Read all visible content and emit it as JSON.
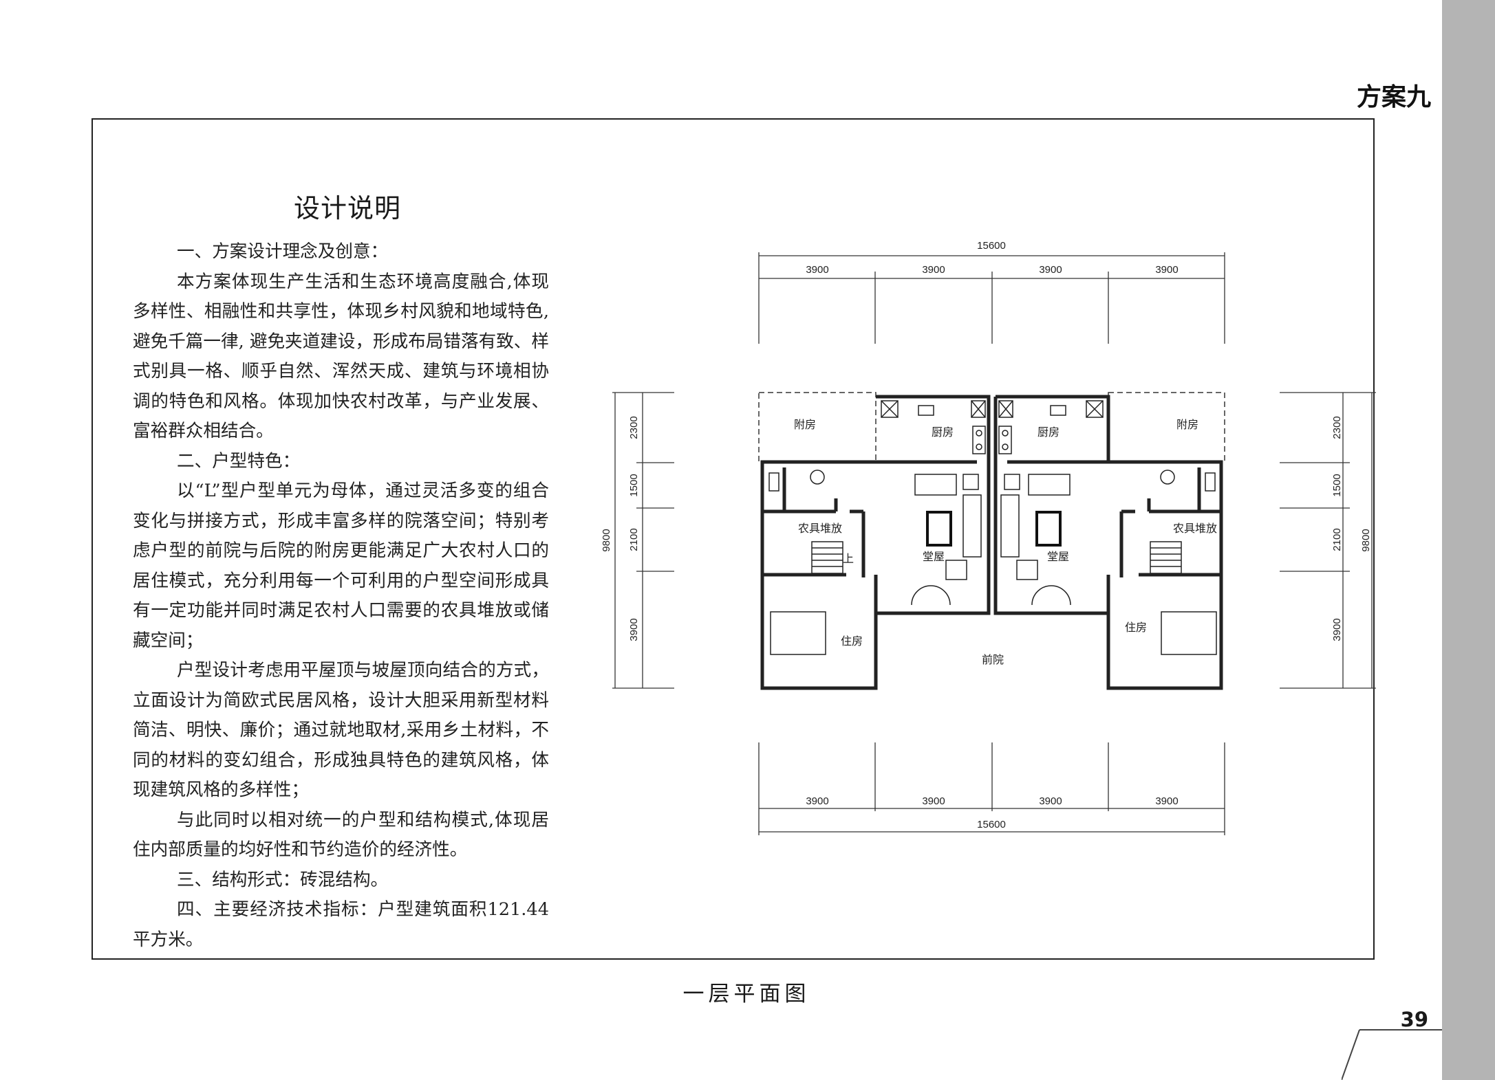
{
  "header": {
    "scheme_title": "方案九"
  },
  "document": {
    "heading": "设计说明",
    "paragraphs": [
      "一、方案设计理念及创意：",
      "本方案体现生产生活和生态环境高度融合,体现多样性、相融性和共享性，体现乡村风貌和地域特色,避免千篇一律, 避免夹道建设，形成布局错落有致、样式别具一格、顺乎自然、浑然天成、建筑与环境相协调的特色和风格。体现加快农村改革，与产业发展、富裕群众相结合。",
      "二、户型特色：",
      "以“L”型户型单元为母体，通过灵活多变的组合变化与拼接方式，形成丰富多样的院落空间；特别考虑户型的前院与后院的附房更能满足广大农村人口的居住模式，充分利用每一个可利用的户型空间形成具有一定功能并同时满足农村人口需要的农具堆放或储藏空间；",
      "户型设计考虑用平屋顶与坡屋顶向结合的方式，立面设计为简欧式民居风格，设计大胆采用新型材料简洁、明快、廉价；通过就地取材,采用乡土材料，不同的材料的变幻组合，形成独具特色的建筑风格，体现建筑风格的多样性；",
      "与此同时以相对统一的户型和结构模式,体现居住内部质量的均好性和节约造价的经济性。",
      "三、结构形式：砖混结构。",
      "四、主要经济技术指标：户型建筑面积121.44平方米。"
    ]
  },
  "plan": {
    "caption": "一层平面图",
    "dimensions": {
      "top_total": "15600",
      "top_segments": [
        "3900",
        "3900",
        "3900",
        "3900"
      ],
      "bottom_segments": [
        "3900",
        "3900",
        "3900",
        "3900"
      ],
      "bottom_total": "15600",
      "left_segments": [
        "2300",
        "1500",
        "2100",
        "3900"
      ],
      "left_total": "9800",
      "right_segments": [
        "2300",
        "1500",
        "2100",
        "3900"
      ],
      "right_total": "9800"
    },
    "rooms": {
      "annex_left": "附房",
      "kitchen_left": "厨房",
      "kitchen_right": "厨房",
      "annex_right": "附房",
      "storage_left": "农具堆放",
      "storage_right": "农具堆放",
      "stair_up": "上",
      "hall_left": "堂屋",
      "hall_right": "堂屋",
      "bedroom_left": "住房",
      "bedroom_right": "住房",
      "front_yard": "前院"
    }
  },
  "footer": {
    "page_number": "39"
  }
}
